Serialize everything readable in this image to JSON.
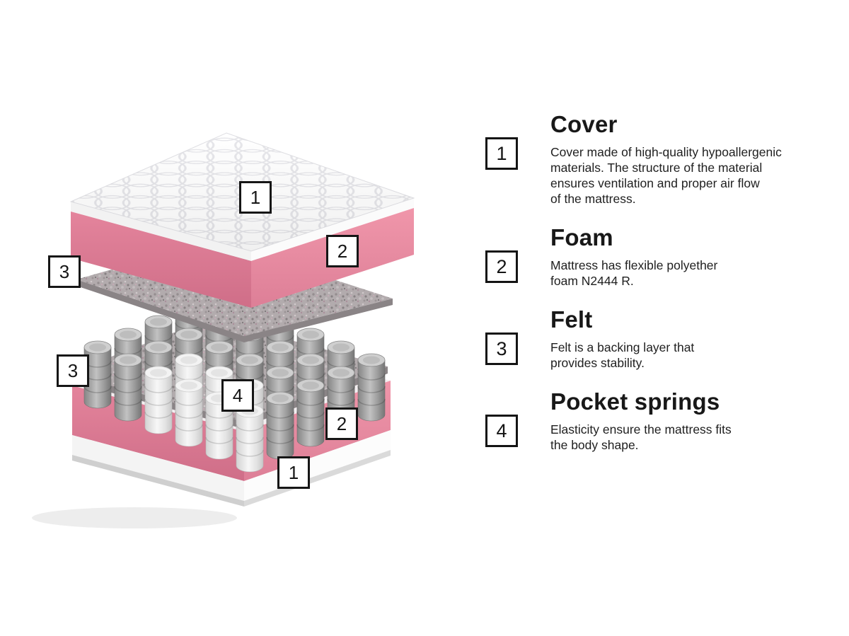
{
  "diagram": {
    "markers": [
      "1",
      "2",
      "3",
      "3",
      "4",
      "2",
      "1"
    ]
  },
  "legend": {
    "items": [
      {
        "number": "1",
        "title": "Cover",
        "description": "Cover made of high-quality hypoallergenic\nmaterials. The structure of the material\nensures ventilation and proper air flow\nof the mattress."
      },
      {
        "number": "2",
        "title": "Foam",
        "description": "Mattress has flexible polyether\nfoam N2444 R."
      },
      {
        "number": "3",
        "title": "Felt",
        "description": "Felt is a backing layer that\nprovides stability."
      },
      {
        "number": "4",
        "title": "Pocket springs",
        "description": "Elasticity ensure the mattress fits\nthe body shape."
      }
    ]
  },
  "colors": {
    "accent_pink": "#e5829b",
    "felt_gray": "#b2abad",
    "marker_border": "#161616"
  }
}
